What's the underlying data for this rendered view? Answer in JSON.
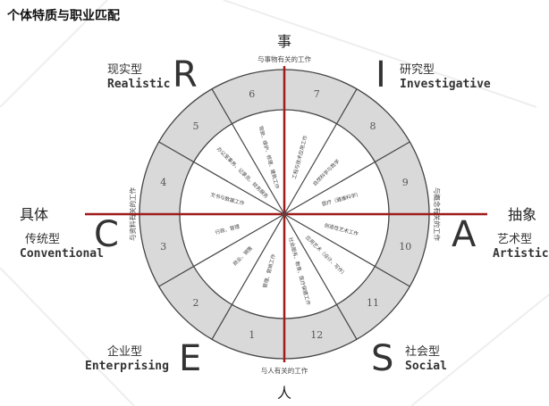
{
  "title": "个体特质与职业匹配",
  "axes": {
    "top": "事",
    "top_sub": "与事物有关的工作",
    "bottom": "人",
    "bottom_sub": "与人有关的工作",
    "left": "具体",
    "left_sub": "与资料有关的工作",
    "right": "抽象",
    "right_sub": "与概念有关的工作"
  },
  "types": {
    "R": {
      "letter": "R",
      "cn": "现实型",
      "en": "Realistic"
    },
    "I": {
      "letter": "I",
      "cn": "研究型",
      "en": "Investigative"
    },
    "A": {
      "letter": "A",
      "cn": "艺术型",
      "en": "Artistic"
    },
    "S": {
      "letter": "S",
      "cn": "社会型",
      "en": "Social"
    },
    "E": {
      "letter": "E",
      "cn": "企业型",
      "en": "Enterprising"
    },
    "C": {
      "letter": "C",
      "cn": "传统型",
      "en": "Conventional"
    }
  },
  "sectors": [
    {
      "number": "7",
      "text": "工程与技术应用工作"
    },
    {
      "number": "8",
      "text": "自然科学与数学"
    },
    {
      "number": "9",
      "text": "医疗（健康科学）"
    },
    {
      "number": "10",
      "text": "创造性艺术工作"
    },
    {
      "number": "11",
      "text": "应用艺术（设计、写作）"
    },
    {
      "number": "12",
      "text": "社会服务、教育、医疗保健工作"
    },
    {
      "number": "1",
      "text": "管理、营销工作"
    },
    {
      "number": "2",
      "text": "商业、销售"
    },
    {
      "number": "3",
      "text": "行政、管理"
    },
    {
      "number": "4",
      "text": "文书与数据工作"
    },
    {
      "number": "5",
      "text": "办公室事务、记录员、财务服务"
    },
    {
      "number": "6",
      "text": "驾驶、维护、修理、建筑工作"
    }
  ],
  "colors": {
    "axis_line": "#a01c1c",
    "ring_fill": "#d9d9d9",
    "line": "#444444"
  }
}
